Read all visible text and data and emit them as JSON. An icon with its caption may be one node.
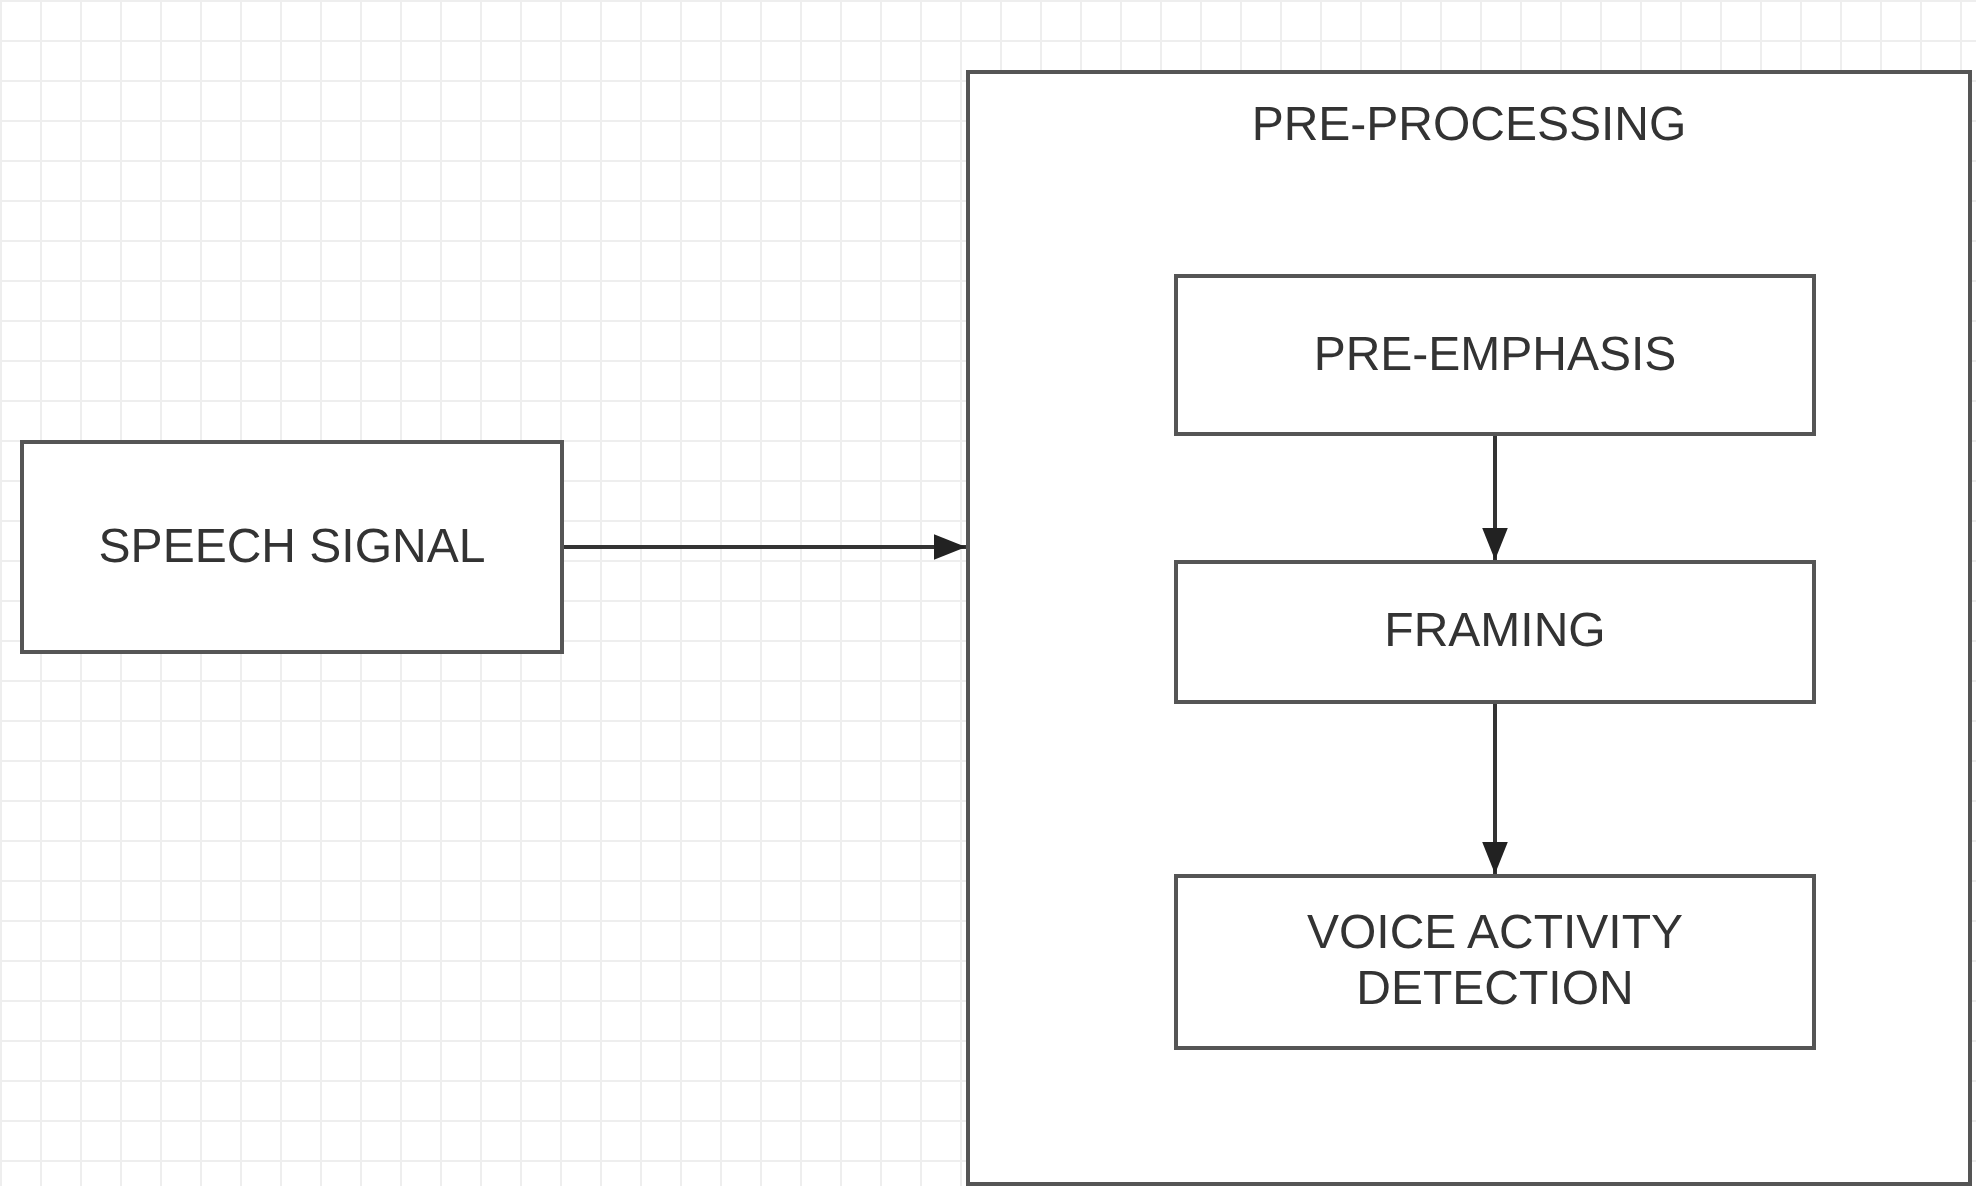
{
  "diagram": {
    "nodes": [
      {
        "text": [
          "SPEECH SIGNAL"
        ]
      },
      {
        "text": [
          "PRE-PROCESSING"
        ]
      },
      {
        "text": [
          "PRE-EMPHASIS"
        ],
        "in": 1
      },
      {
        "text": [
          "FRAMING"
        ],
        "in": 1
      },
      {
        "text": [
          "VOICE ACTIVITY DETECTION"
        ],
        "in": 1
      }
    ],
    "edges": [
      {
        "from": 0,
        "to": 1,
        "arrow": "to"
      },
      {
        "from": 2,
        "to": 3,
        "arrow": "to"
      },
      {
        "from": 3,
        "to": 4,
        "arrow": "to"
      }
    ]
  }
}
